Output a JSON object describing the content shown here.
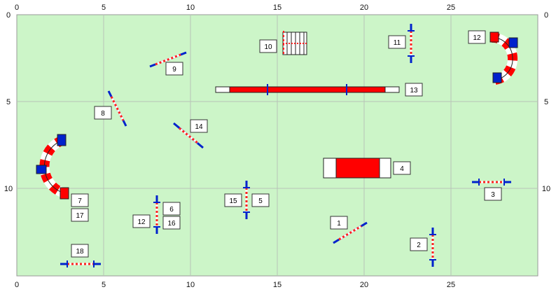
{
  "diagram": {
    "field_color": "#ccf5c8",
    "grid_color": "#b8c2b8",
    "x_top_labels": [
      "0",
      "5",
      "10",
      "15",
      "20",
      "25"
    ],
    "x_bottom_labels": [
      "0",
      "5",
      "10",
      "15",
      "20",
      "25"
    ],
    "y_left_labels": [
      "0",
      "5",
      "10"
    ],
    "y_right_labels": [
      "0",
      "5",
      "10"
    ],
    "colors": {
      "red": "#ff0000",
      "blue": "#0022cc",
      "white": "#ffffff",
      "pole_red": "#ff4444"
    }
  },
  "obstacle_labels": {
    "o1": "1",
    "o2": "2",
    "o3": "3",
    "o4": "4",
    "o5": "5",
    "o6": "6",
    "o7": "7",
    "o8": "8",
    "o9": "9",
    "o10": "10",
    "o11": "11",
    "o12a": "12",
    "o12b": "12",
    "o13": "13",
    "o14": "14",
    "o15": "15",
    "o16": "16",
    "o17": "17",
    "o18": "18"
  }
}
